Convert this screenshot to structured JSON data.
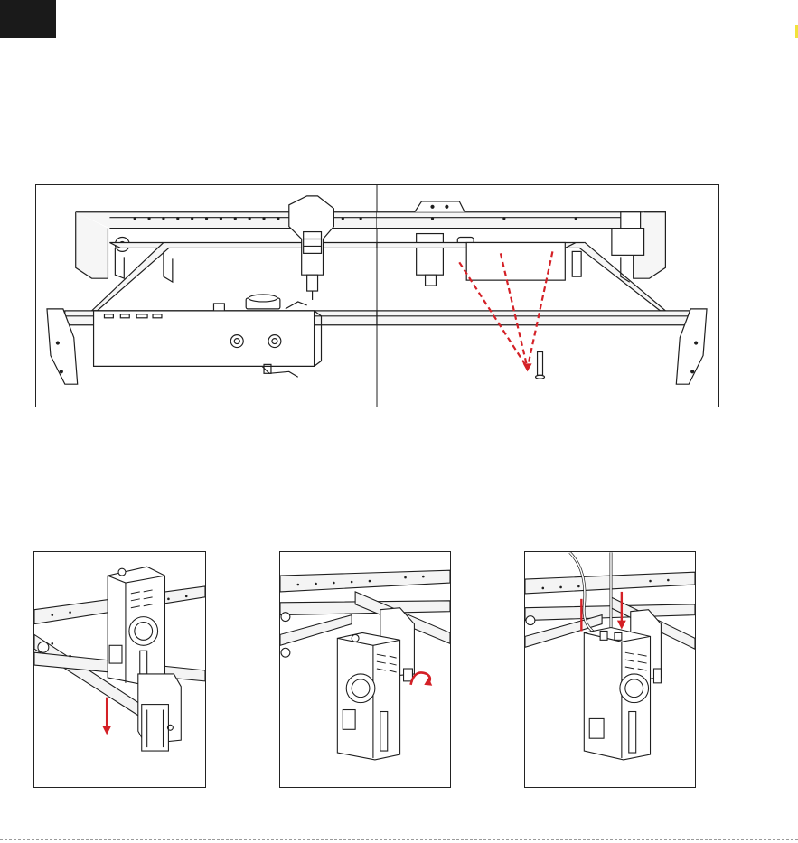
{
  "colors": {
    "line": "#1e1e1e",
    "frame_fill": "#f4f4f4",
    "accent_red": "#d42026",
    "tab_marker": "#1a1a1a"
  },
  "figures": {
    "top_left": {
      "subject": "frame-with-module-carriage"
    },
    "top_right": {
      "subject": "frame-rear-with-screw-locations"
    },
    "bottom_1": {
      "subject": "slide-laser-module-down"
    },
    "bottom_2": {
      "subject": "tighten-knob"
    },
    "bottom_3": {
      "subject": "connect-cables"
    }
  }
}
